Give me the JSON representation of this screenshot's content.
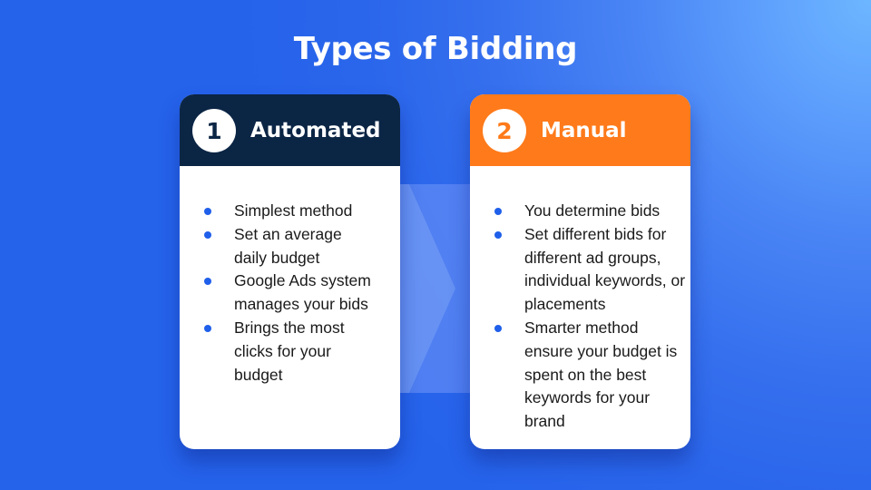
{
  "slide": {
    "title": "Types of Bidding",
    "colors": {
      "background": "#2563EB",
      "background_glow": "#6DB6FF",
      "automated_header": "#0B2545",
      "manual_header": "#FF7A1A",
      "bullet": "#1F5FEA",
      "text": "#1a1a1a"
    }
  },
  "cards": [
    {
      "number": "1",
      "title": "Automated",
      "bullets": [
        "Simplest method",
        "Set an average daily budget",
        "Google Ads system manages your bids",
        "Brings the most clicks for your budget"
      ]
    },
    {
      "number": "2",
      "title": "Manual",
      "bullets": [
        "You determine bids",
        "Set different bids for different ad groups, individual keywords, or placements",
        "Smarter method ensure your budget is spent on the best keywords for your brand"
      ]
    }
  ],
  "connector": {
    "icon": "chevron-right-icon"
  }
}
